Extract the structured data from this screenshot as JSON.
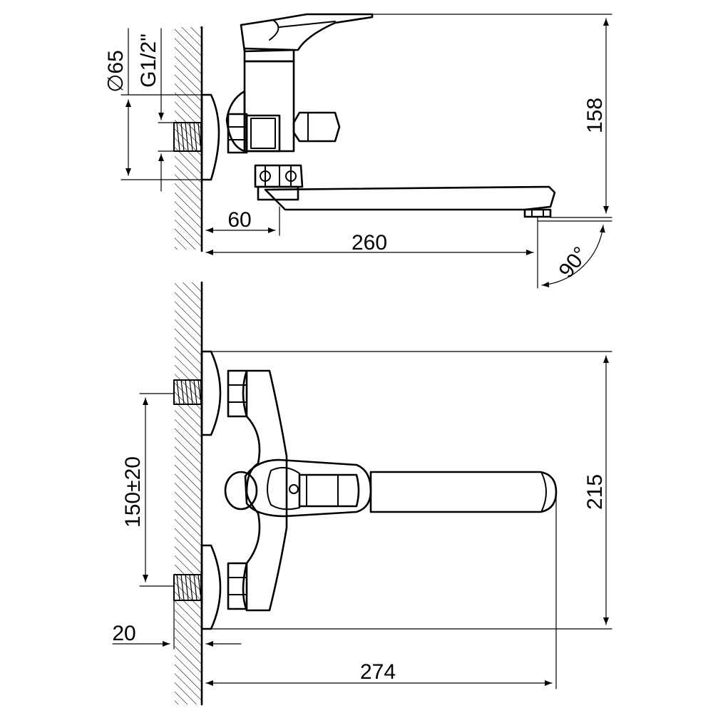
{
  "drawing": {
    "dimensions": {
      "flange_diameter": "∅65",
      "thread_size": "G1/2\"",
      "outlet_height": "158",
      "wall_to_outlet": "60",
      "spout_length_side": "260",
      "spout_angle": "90°",
      "inlet_spacing": "150±20",
      "total_height": "215",
      "wall_offset": "20",
      "spout_length_top": "274"
    }
  }
}
